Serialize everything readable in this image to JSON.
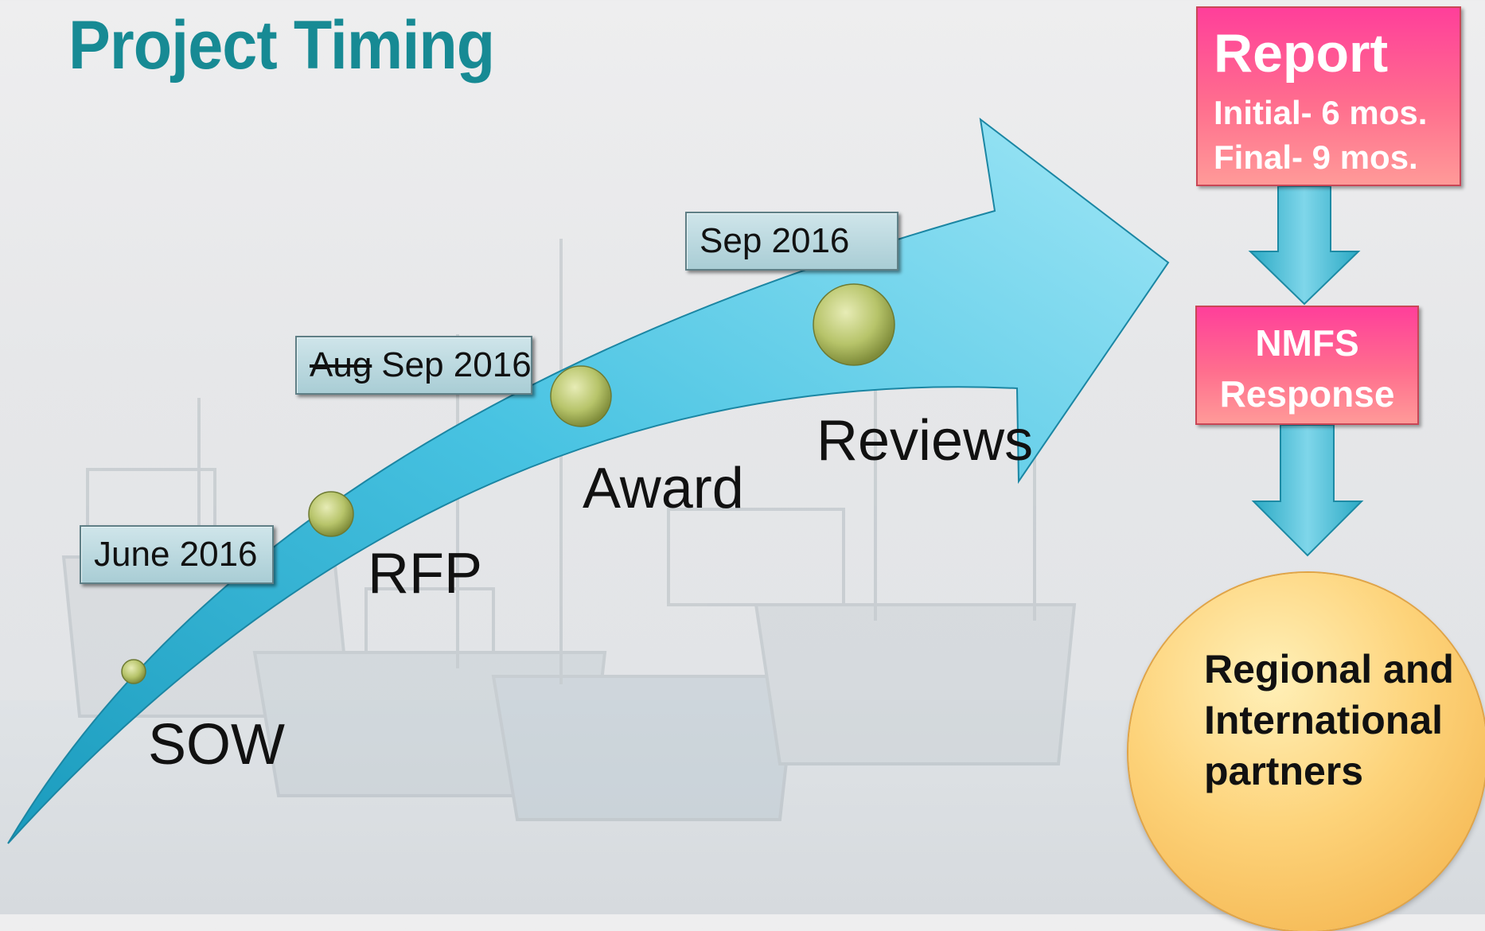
{
  "title": "Project Timing",
  "timeline": {
    "dates": {
      "sow": "June 2016",
      "rfp_struck": "Aug",
      "rfp": "Sep 2016",
      "reviews": "Sep 2016"
    },
    "milestones": {
      "sow": "SOW",
      "rfp": "RFP",
      "award": "Award",
      "reviews": "Reviews"
    }
  },
  "report": {
    "title": "Report",
    "initial": "Initial- 6 mos.",
    "final": "Final- 9 mos."
  },
  "nmfs": {
    "line1": "NMFS",
    "line2": "Response"
  },
  "partners": {
    "line1": "Regional and",
    "line2": "International",
    "line3": "partners"
  },
  "colors": {
    "title": "#178a94",
    "arrow": "#4cc7e4",
    "pink": "#ff4f9a",
    "circle": "#fdd37a",
    "dot": "#b7c46a"
  }
}
